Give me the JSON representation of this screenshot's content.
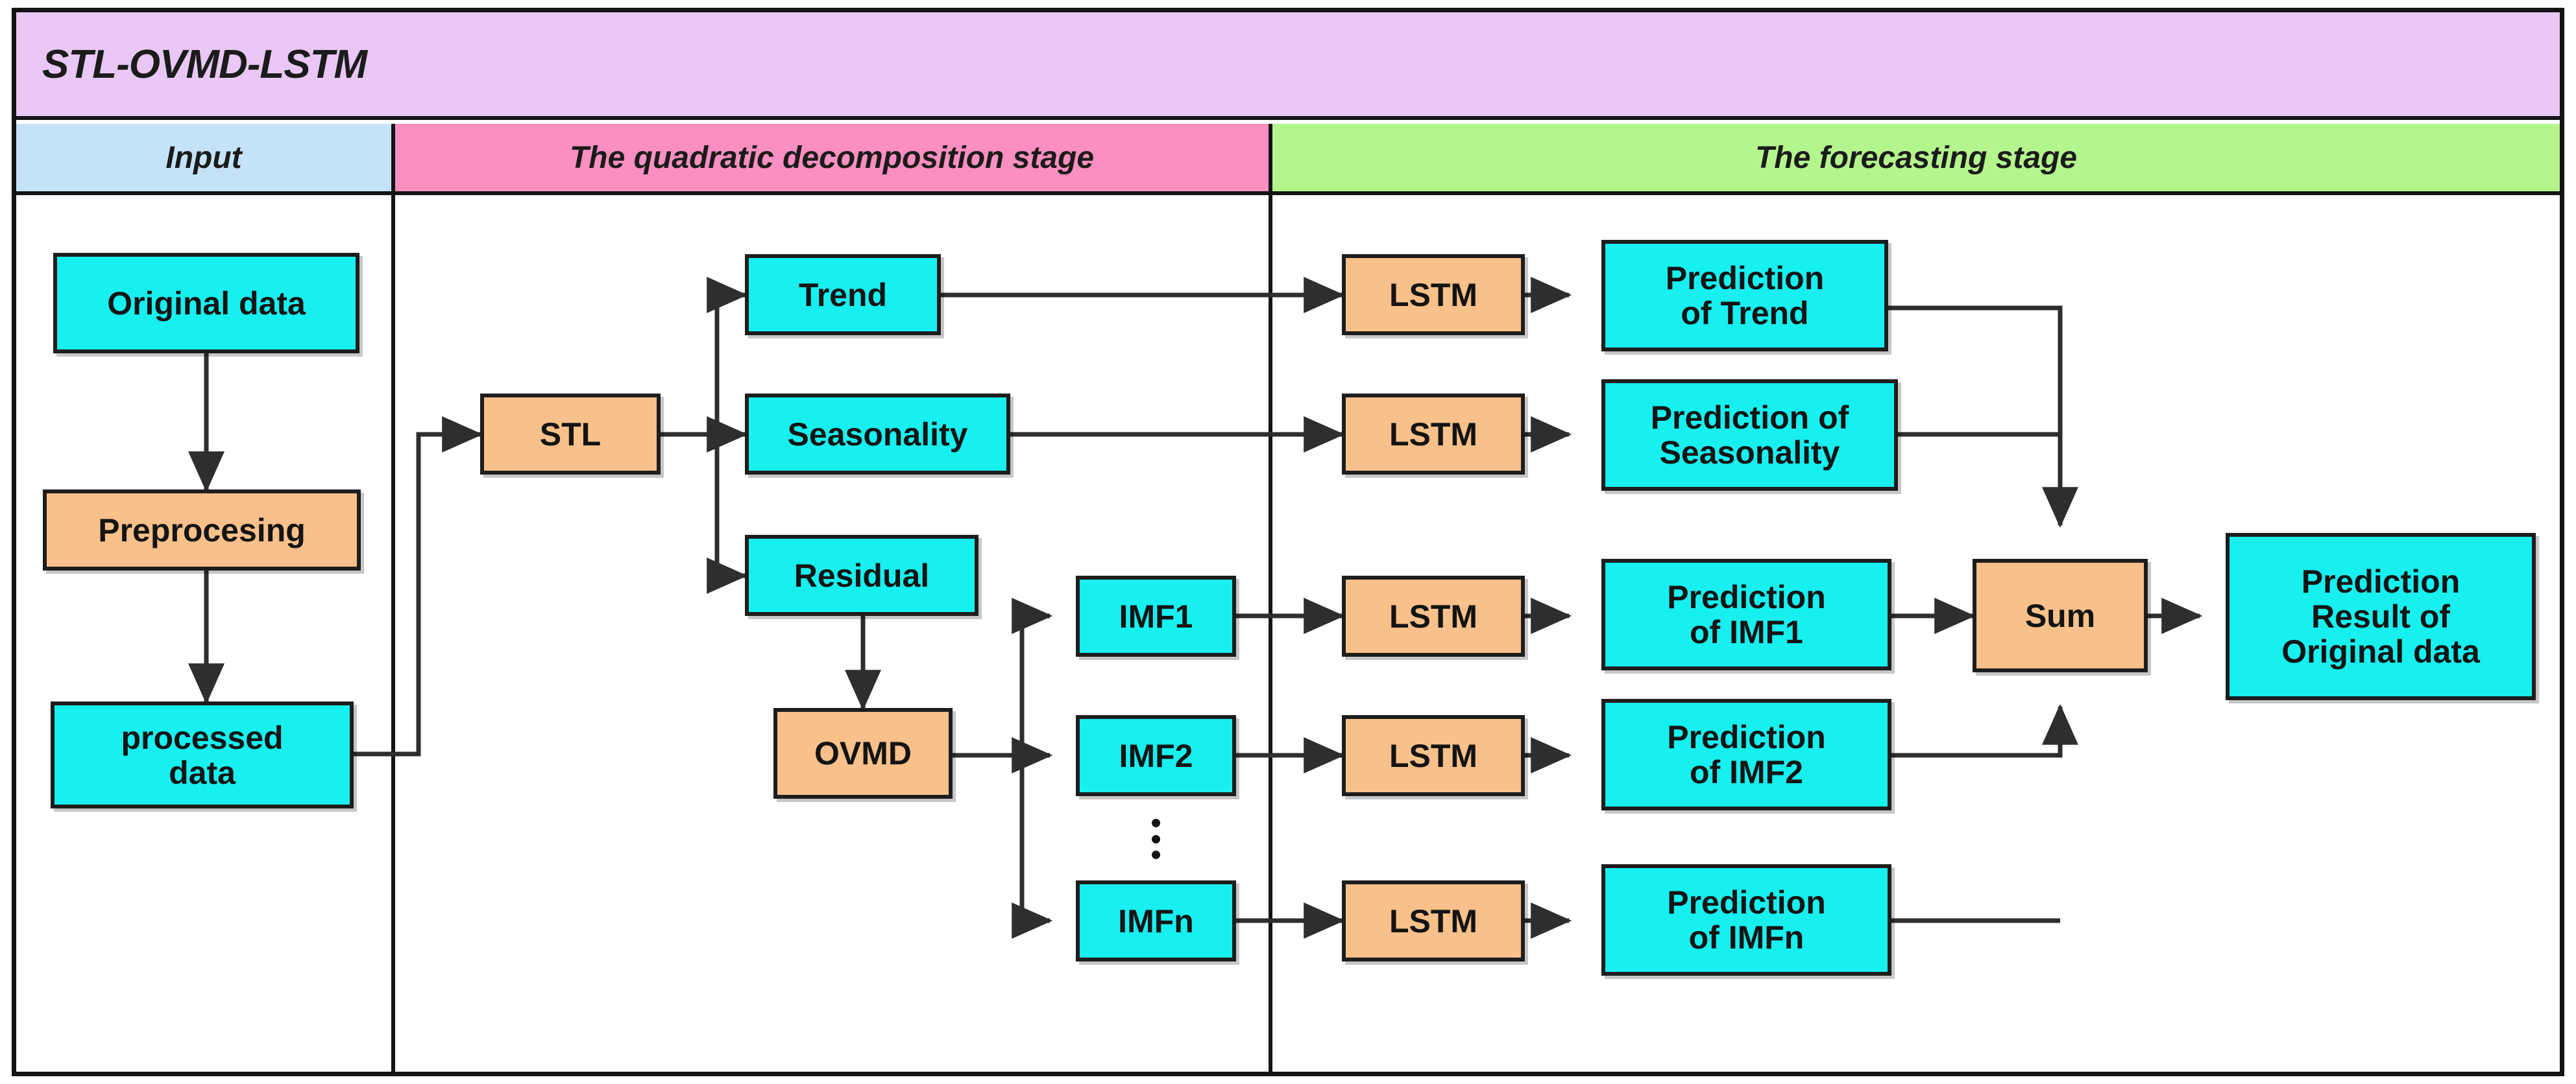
{
  "diagram": {
    "banner_title": "STL-OVMD-LSTM",
    "stages": [
      {
        "label": "Input",
        "color": "#c5e3f8"
      },
      {
        "label": "The quadratic decomposition stage",
        "color": "#fb8fc0"
      },
      {
        "label": "The forecasting stage",
        "color": "#b4f58e"
      }
    ],
    "colors": {
      "banner": "#e9c8f5",
      "input_header": "#c5e3f8",
      "decomposition_header": "#fb8fc0",
      "forecasting_header": "#b4f58e",
      "data_node": "#18efef",
      "process_node": "#f8c08a",
      "stroke": "#141414"
    },
    "nodes": {
      "original_data": "Original data",
      "preprocessing": "Preprocesing",
      "processed_data": "processed\ndata",
      "stl": "STL",
      "trend": "Trend",
      "seasonality": "Seasonality",
      "residual": "Residual",
      "ovmd": "OVMD",
      "imf1": "IMF1",
      "imf2": "IMF2",
      "imfn": "IMFn",
      "lstm_trend": "LSTM",
      "lstm_seasonality": "LSTM",
      "lstm_imf1": "LSTM",
      "lstm_imf2": "LSTM",
      "lstm_imfn": "LSTM",
      "pred_trend": "Prediction\nof Trend",
      "pred_seasonality": "Prediction of\nSeasonality",
      "pred_imf1": "Prediction\nof IMF1",
      "pred_imf2": "Prediction\nof IMF2",
      "pred_imfn": "Prediction\nof IMFn",
      "sum": "Sum",
      "final_result": "Prediction\nResult of\nOriginal data"
    },
    "ellipsis": "⋮"
  }
}
